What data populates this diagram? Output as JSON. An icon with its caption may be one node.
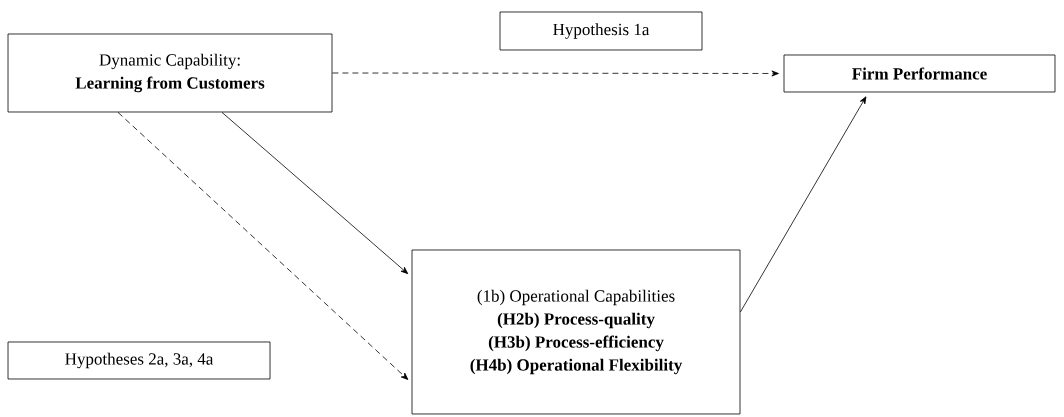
{
  "diagram": {
    "nodes": [
      {
        "text": [
          "Dynamic Capability:",
          "Learning from Customers"
        ]
      },
      {
        "text": [
          "Hypothesis 1a"
        ]
      },
      {
        "text": [
          "Firm Performance"
        ]
      },
      {
        "text": [
          "(1b) Operational Capabilities",
          "(H2b) Process-quality",
          "(H3b) Process-efficiency",
          "(H4b) Operational Flexibility"
        ]
      },
      {
        "text": [
          "Hypotheses 2a, 3a, 4a"
        ]
      }
    ],
    "edges": [
      {
        "from": 0,
        "to": 2,
        "arrow": "to",
        "style": "dashed"
      },
      {
        "from": 0,
        "to": 3,
        "arrow": "to"
      },
      {
        "from": 0,
        "to": 3,
        "arrow": "to",
        "style": "dashed"
      },
      {
        "from": 3,
        "to": 2,
        "arrow": "to"
      }
    ]
  }
}
